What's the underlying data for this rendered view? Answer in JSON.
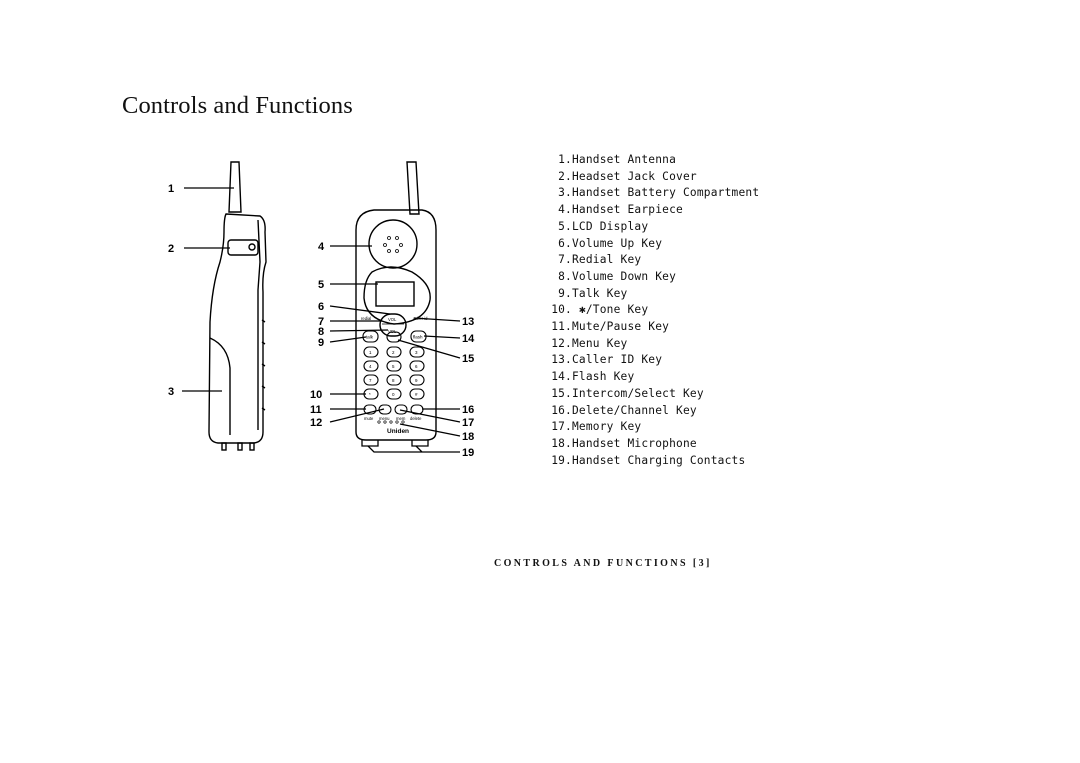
{
  "page": {
    "title": "Controls and Functions",
    "footer": "CONTROLS AND FUNCTIONS [3]"
  },
  "figure": {
    "brand": "Uniden",
    "side_view_callouts": [
      "1",
      "2",
      "3"
    ],
    "front_view_callouts": [
      "4",
      "5",
      "6",
      "7",
      "8",
      "9",
      "10",
      "11",
      "12",
      "13",
      "14",
      "15",
      "16",
      "17",
      "18",
      "19"
    ],
    "keys": {
      "talk": "talk",
      "flash": "flash",
      "redial": "redial",
      "volume_up": "VOL",
      "volume_down": "VOL",
      "caller_id": "caller id",
      "digits": [
        "1",
        "2",
        "3",
        "4",
        "5",
        "6",
        "7",
        "8",
        "9",
        "*",
        "0",
        "#"
      ],
      "function_labels": [
        "mute",
        "menu",
        "mem",
        "delete"
      ]
    }
  },
  "parts": [
    {
      "num": "1.",
      "label": "Handset Antenna"
    },
    {
      "num": "2.",
      "label": "Headset Jack Cover"
    },
    {
      "num": "3.",
      "label": "Handset Battery Compartment"
    },
    {
      "num": "4.",
      "label": "Handset Earpiece"
    },
    {
      "num": "5.",
      "label": "LCD Display"
    },
    {
      "num": "6.",
      "label": "Volume Up Key"
    },
    {
      "num": "7.",
      "label": "Redial Key"
    },
    {
      "num": "8.",
      "label": "Volume Down Key"
    },
    {
      "num": "9.",
      "label": "Talk Key"
    },
    {
      "num": "10.",
      "label": "✱/Tone Key"
    },
    {
      "num": "11.",
      "label": "Mute/Pause Key"
    },
    {
      "num": "12.",
      "label": "Menu Key"
    },
    {
      "num": "13.",
      "label": "Caller ID Key"
    },
    {
      "num": "14.",
      "label": "Flash Key"
    },
    {
      "num": "15.",
      "label": "Intercom/Select Key"
    },
    {
      "num": "16.",
      "label": "Delete/Channel Key"
    },
    {
      "num": "17.",
      "label": "Memory Key"
    },
    {
      "num": "18.",
      "label": "Handset Microphone"
    },
    {
      "num": "19.",
      "label": "Handset Charging Contacts"
    }
  ]
}
